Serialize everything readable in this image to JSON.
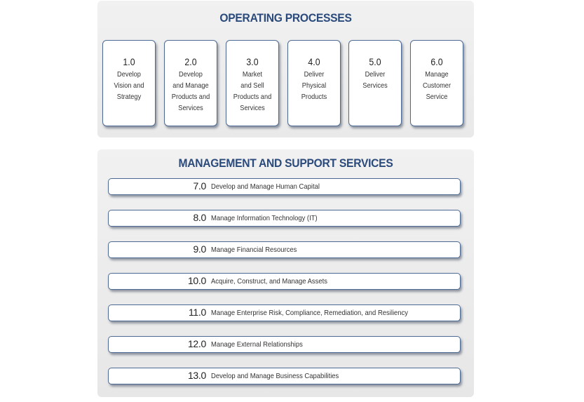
{
  "operating": {
    "title": "OPERATING PROCESSES",
    "processes": [
      {
        "number": "1.0",
        "label": "Develop\nVision and\nStrategy"
      },
      {
        "number": "2.0",
        "label": "Develop\nand Manage\nProducts and\nServices"
      },
      {
        "number": "3.0",
        "label": "Market\nand Sell\nProducts and\nServices"
      },
      {
        "number": "4.0",
        "label": "Deliver\nPhysical\nProducts"
      },
      {
        "number": "5.0",
        "label": "Deliver\nServices"
      },
      {
        "number": "6.0",
        "label": "Manage\nCustomer\nService"
      }
    ]
  },
  "management": {
    "title": "MANAGEMENT AND SUPPORT SERVICES",
    "services": [
      {
        "number": "7.0",
        "label": "Develop and Manage Human Capital"
      },
      {
        "number": "8.0",
        "label": "Manage Information Technology (IT)"
      },
      {
        "number": "9.0",
        "label": "Manage Financial Resources"
      },
      {
        "number": "10.0",
        "label": "Acquire, Construct, and Manage Assets"
      },
      {
        "number": "11.0",
        "label": "Manage Enterprise Risk, Compliance, Remediation, and Resiliency"
      },
      {
        "number": "12.0",
        "label": "Manage External Relationships"
      },
      {
        "number": "13.0",
        "label": "Develop and Manage Business Capabilities"
      }
    ]
  },
  "colors": {
    "title": "#2b4a7c",
    "box_border": "#4d6a95",
    "panel": "#eeeeee"
  }
}
